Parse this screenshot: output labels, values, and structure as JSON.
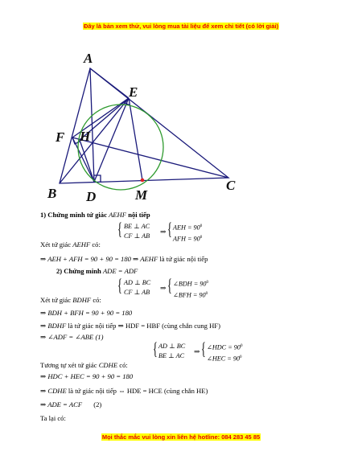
{
  "header": {
    "banner": "Đây là bản xem thử, vui lòng mua tài liệu để xem chi tiết (có lời giải)"
  },
  "footer": {
    "banner": "Mọi thắc mắc vui lòng xin liên hệ hotline: 084 283 45 85"
  },
  "figure": {
    "points": {
      "A": "A",
      "E": "E",
      "F": "F",
      "H": "H",
      "B": "B",
      "D": "D",
      "M": "M",
      "C": "C"
    },
    "colors": {
      "lines": "#1a1a7a",
      "circle": "#2e9a2e",
      "dot": "#e02020"
    }
  },
  "content": {
    "p1_heading": "1) Chứng minh tứ giác",
    "p1_quad": "AEHF",
    "p1_heading_end": "nội tiếp",
    "p1_consider": "Xét tứ giác",
    "p1_consider_quad": "AEHF",
    "p1_consider_end": "có:",
    "p1_sys_left": [
      "BE ⊥ AC",
      "CF ⊥ AB"
    ],
    "p1_sys_right": [
      "AEH = 90",
      "AFH = 90"
    ],
    "p1_line": "⇒ AEH + AFH = 90 + 90 = 180 ⇒ AEHF",
    "p1_line_end": "là tứ giác nội tiếp",
    "p2_heading": "2) Chứng minh",
    "p2_eq": "ADE = ADF",
    "p2_consider": "Xét tứ giác",
    "p2_consider_quad": "BDHF",
    "p2_consider_end": "có:",
    "p2_sys_left": [
      "AD ⊥ BC",
      "CF ⊥ AB"
    ],
    "p2_sys_right": [
      "∠BDH = 90",
      "∠BFH = 90"
    ],
    "p2_line1": "⇒ BDH + BFH = 90 + 90 = 180",
    "p2_line2": "⇒ BDHF",
    "p2_line2_mid": "là tứ giác nội tiếp ⇒ HDF = HBF",
    "p2_line2_end": "(cùng chắn cung HF)",
    "p2_line3": "⇒ ∠ADF = ∠ABE (1)",
    "p3_similar": "Tương tự xét tứ giác",
    "p3_quad": "CDHE",
    "p3_end": "có:",
    "p3_sys_left": [
      "AD ⊥ BC",
      "BE ⊥ AC"
    ],
    "p3_sys_right": [
      "∠HDC = 90",
      "∠HEC = 90"
    ],
    "p3_line1": "⇒ HDC + HEC = 90 + 90 = 180",
    "p3_line2": "⇒ CDHE",
    "p3_line2_mid": "là tứ giác nội tiếp ⇔ HDE = HCE",
    "p3_line2_end": "(cùng chắn HE)",
    "p3_line3": "⇒ ADE = ACF",
    "p3_line3_num": "(2)",
    "p4": "Ta lại có:",
    "deg": "0"
  }
}
